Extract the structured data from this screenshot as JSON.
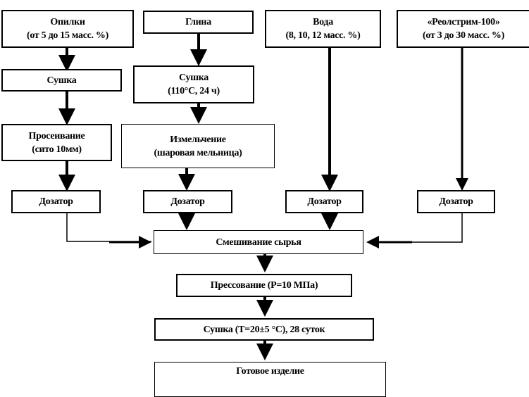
{
  "diagram": {
    "inputs": {
      "sawdust": {
        "line1": "Опилки",
        "line2": "(от 5 до 15 масс. %)"
      },
      "clay": {
        "line1": "Глина"
      },
      "water": {
        "line1": "Вода",
        "line2": "(8, 10, 12 масс. %)"
      },
      "additive": {
        "line1": "«Реолстрим-100»",
        "line2": "(от 3 до 30 масс. %)"
      }
    },
    "steps": {
      "sawdust_drying": {
        "line1": "Сушка"
      },
      "clay_drying": {
        "line1": "Сушка",
        "line2": "(110°С, 24 ч)"
      },
      "sieving": {
        "line1": "Просеивание",
        "line2": "(сито 10мм)"
      },
      "grinding": {
        "line1": "Измельчение",
        "line2": "(шаровая мельница)"
      },
      "dosers": [
        "Дозатор",
        "Дозатор",
        "Дозатор",
        "Дозатор"
      ],
      "mixing": "Смешивание сырья",
      "pressing": "Прессование (Р=10 МПа)",
      "final_drying": "Сушка (Т=20±5 °С), 28 суток",
      "product": "Готовое изделие"
    }
  }
}
